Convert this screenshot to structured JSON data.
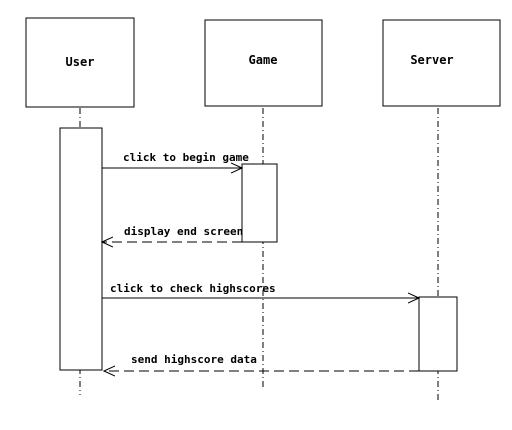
{
  "diagram": {
    "type": "sequence",
    "actors": [
      {
        "id": "user",
        "label": "User"
      },
      {
        "id": "game",
        "label": "Game"
      },
      {
        "id": "server",
        "label": "Server"
      }
    ],
    "messages": [
      {
        "id": "m1",
        "from": "user",
        "to": "game",
        "label": "click to begin game",
        "style": "solid"
      },
      {
        "id": "m2",
        "from": "game",
        "to": "user",
        "label": "display end screen",
        "style": "dashed"
      },
      {
        "id": "m3",
        "from": "user",
        "to": "server",
        "label": "click to check highscores",
        "style": "solid"
      },
      {
        "id": "m4",
        "from": "server",
        "to": "user",
        "label": "send highscore data",
        "style": "dashed"
      }
    ]
  }
}
